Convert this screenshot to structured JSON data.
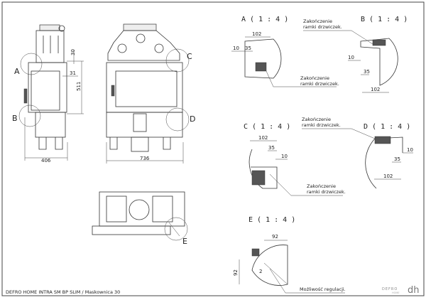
{
  "title_block": "DEFRO HOME INTRA SM BP SLIM / Maskownica 30",
  "logo_text": "DEFRO HOME dh",
  "views": {
    "side": {
      "dims": {
        "width": "406",
        "height": "511",
        "top": "30",
        "offset": "31"
      },
      "callouts": [
        "A",
        "B"
      ]
    },
    "front": {
      "dims": {
        "width": "736"
      },
      "callouts": [
        "C",
        "D"
      ]
    },
    "top": {
      "callouts": [
        "E"
      ]
    }
  },
  "details": {
    "A": {
      "title": "A ( 1 : 4 )",
      "dims": [
        "102",
        "35",
        "10"
      ],
      "note_line1": "Zakończenie",
      "note_line2": "ramki drzwiczek."
    },
    "B": {
      "title": "B ( 1 : 4 )",
      "dims": [
        "102",
        "35",
        "10"
      ],
      "note_line1": "Zakończenie",
      "note_line2": "ramki drzwiczek."
    },
    "C": {
      "title": "C ( 1 : 4 )",
      "dims": [
        "102",
        "35",
        "10"
      ],
      "note_line1": "Zakończenie",
      "note_line2": "ramki drzwiczek."
    },
    "D": {
      "title": "D ( 1 : 4 )",
      "dims": [
        "102",
        "35",
        "10"
      ],
      "note_line1": "Zakończenie",
      "note_line2": "ramki drzwiczek."
    },
    "E": {
      "title": "E ( 1 : 4 )",
      "dims": [
        "92",
        "92",
        "2"
      ],
      "note": "Możliwość regulacji."
    }
  }
}
